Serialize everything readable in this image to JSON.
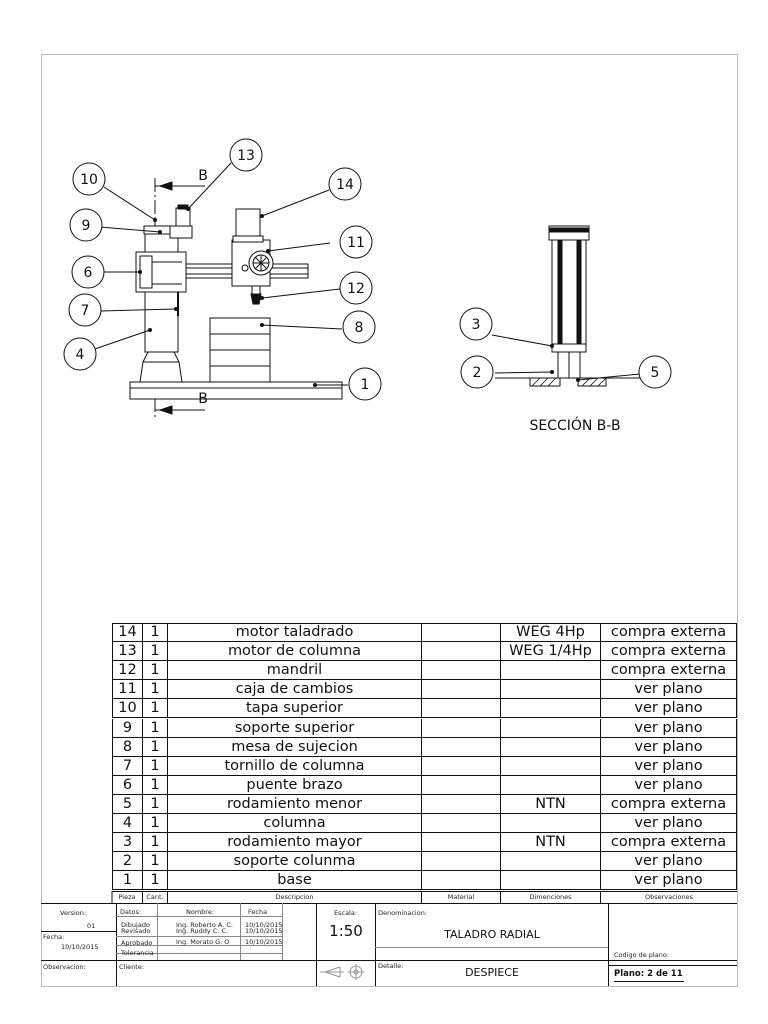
{
  "drawing": {
    "balloons": [
      "13",
      "10",
      "14",
      "9",
      "11",
      "6",
      "12",
      "7",
      "8",
      "4",
      "1",
      "3",
      "2",
      "5"
    ],
    "section_letter": "B",
    "section_title": "SECCIÓN B-B"
  },
  "bom": {
    "rows": [
      {
        "num": "14",
        "qty": "1",
        "desc": "motor taladrado",
        "mat": "",
        "dim": "WEG 4Hp",
        "obs": "compra externa"
      },
      {
        "num": "13",
        "qty": "1",
        "desc": "motor de columna",
        "mat": "",
        "dim": "WEG 1/4Hp",
        "obs": "compra externa"
      },
      {
        "num": "12",
        "qty": "1",
        "desc": "mandril",
        "mat": "",
        "dim": "",
        "obs": "compra externa"
      },
      {
        "num": "11",
        "qty": "1",
        "desc": "caja de cambios",
        "mat": "",
        "dim": "",
        "obs": "ver plano"
      },
      {
        "num": "10",
        "qty": "1",
        "desc": "tapa superior",
        "mat": "",
        "dim": "",
        "obs": "ver plano"
      },
      {
        "num": "9",
        "qty": "1",
        "desc": "soporte superior",
        "mat": "",
        "dim": "",
        "obs": "ver plano"
      },
      {
        "num": "8",
        "qty": "1",
        "desc": "mesa de sujecion",
        "mat": "",
        "dim": "",
        "obs": "ver plano"
      },
      {
        "num": "7",
        "qty": "1",
        "desc": "tornillo de columna",
        "mat": "",
        "dim": "",
        "obs": "ver plano"
      },
      {
        "num": "6",
        "qty": "1",
        "desc": "puente brazo",
        "mat": "",
        "dim": "",
        "obs": "ver plano"
      },
      {
        "num": "5",
        "qty": "1",
        "desc": "rodamiento menor",
        "mat": "",
        "dim": "NTN",
        "obs": "compra externa"
      },
      {
        "num": "4",
        "qty": "1",
        "desc": "columna",
        "mat": "",
        "dim": "",
        "obs": "ver plano"
      },
      {
        "num": "3",
        "qty": "1",
        "desc": "rodamiento mayor",
        "mat": "",
        "dim": "NTN",
        "obs": "compra externa"
      },
      {
        "num": "2",
        "qty": "1",
        "desc": "soporte colunma",
        "mat": "",
        "dim": "",
        "obs": "ver plano"
      },
      {
        "num": "1",
        "qty": "1",
        "desc": "base",
        "mat": "",
        "dim": "",
        "obs": "ver plano"
      }
    ],
    "headers": {
      "pieza": "Pieza",
      "cant": "Cant.",
      "descripcion": "Descripcion",
      "material": "Material",
      "dimensiones": "Dimenciones",
      "observaciones": "Observaciones"
    }
  },
  "title_block": {
    "version_label": "Version:",
    "version_value": "01",
    "fecha_label": "Fecha:",
    "fecha_value": "10/10/2015",
    "observacion_label": "Observacion:",
    "datos_label": "Datos:",
    "nombre_label": "Nombre:",
    "fecha_col_label": "Fecha",
    "dibujado_label": "Dibujado",
    "dibujado_name": "Ing. Roberto A. C.",
    "dibujado_date": "10/10/2015",
    "revisado_label": "Revisado",
    "revisado_name": "Ing. Ruddy C. C.",
    "revisado_date": "10/10/2015",
    "aprobado_label": "Aprobado",
    "aprobado_name": "Ing. Morato G. O",
    "aprobado_date": "10/10/2015",
    "tolerancia_label": "Tolerancia",
    "cliente_label": "Cliente:",
    "escala_label": "Escala:",
    "escala_value": "1:50",
    "denominacion_label": "Denominacion:",
    "denominacion_value": "TALADRO RADIAL",
    "detalle_label": "Detalle:",
    "detalle_value": "DESPIECE",
    "codigo_label": "Codigo de plano:",
    "plano_value": "Plano: 2 de 11"
  }
}
